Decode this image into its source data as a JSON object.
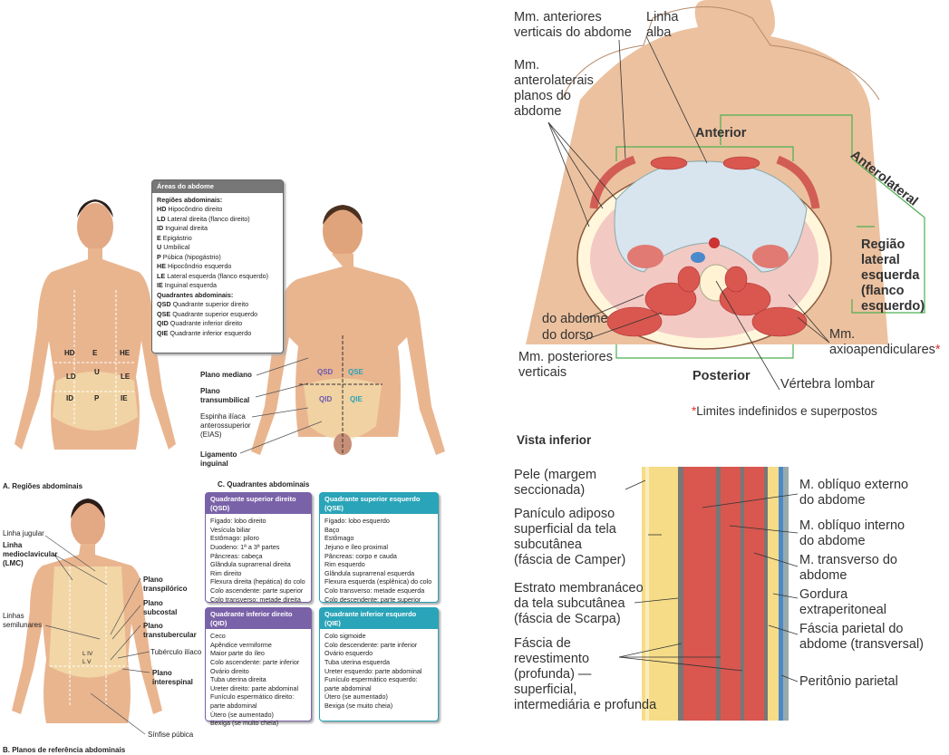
{
  "colors": {
    "skin": "#e9b58f",
    "bone": "#f3dcaa",
    "purple": "#7a62a8",
    "teal": "#2aa4b8",
    "green": "#4caf50",
    "muscle": "#d9574f",
    "fat": "#f6dc87"
  },
  "panel_a": {
    "caption": "A. Regiões abdominais",
    "region_marks": [
      "HD",
      "E",
      "HE",
      "LD",
      "U",
      "LE",
      "ID",
      "P",
      "IE"
    ],
    "areas_box": {
      "title": "Áreas do abdome",
      "regions_heading": "Regiões abdominais:",
      "regions": [
        {
          "code": "HD",
          "name": "Hipocôndrio direito"
        },
        {
          "code": "LD",
          "name": "Lateral direita (flanco direito)"
        },
        {
          "code": "ID",
          "name": "Inguinal direita"
        },
        {
          "code": "E",
          "name": "Epigástrio"
        },
        {
          "code": "U",
          "name": "Umbilical"
        },
        {
          "code": "P",
          "name": "Púbica (hipogástrio)"
        },
        {
          "code": "HE",
          "name": "Hipocôndrio esquerdo"
        },
        {
          "code": "LE",
          "name": "Lateral esquerda (flanco esquerdo)"
        },
        {
          "code": "IE",
          "name": "Inguinal esquerda"
        }
      ],
      "quadrants_heading": "Quadrantes abdominais:",
      "quadrants": [
        {
          "code": "QSD",
          "name": "Quadrante superior direito"
        },
        {
          "code": "QSE",
          "name": "Quadrante superior esquerdo"
        },
        {
          "code": "QID",
          "name": "Quadrante inferior direito"
        },
        {
          "code": "QIE",
          "name": "Quadrante inferior esquerdo"
        }
      ]
    }
  },
  "panel_b": {
    "caption": "B. Planos de referência abdominais",
    "labels": {
      "jugular": "Linha jugular",
      "lmc": "Linha\nmedioclavicular\n(LMC)",
      "semilunar": "Linhas\nsemilunares",
      "transpiloric": "Plano\ntranspilórico",
      "subcostal": "Plano\nsubcostal",
      "transtubercular": "Plano\ntranstubercular",
      "tuberculo": "Tubérculo ilíaco",
      "interespinal": "Plano\ninterespinal",
      "sinfise": "Sínfise púbica",
      "l4": "L IV",
      "l5": "L V"
    }
  },
  "panel_c": {
    "caption": "C. Quadrantes abdominais",
    "labels": {
      "mediano": "Plano mediano",
      "transumbilical": "Plano\ntransumbilical",
      "eias": "Espinha ilíaca\nanterossuperior\n(EIAS)",
      "ligamento": "Ligamento\ninguinal"
    },
    "quadrant_marks": [
      "QSD",
      "QSE",
      "QID",
      "QIE"
    ],
    "boxes": [
      {
        "title": "Quadrante superior direito (QSD)",
        "items": [
          "Fígado: lobo direito",
          "Vesícula biliar",
          "Estômago: piloro",
          "Duodeno: 1ª a 3ª partes",
          "Pâncreas: cabeça",
          "Glândula suprarrenal direita",
          "Rim direito",
          "Flexura direita (hepática) do colo",
          "Colo ascendente: parte superior",
          "Colo transverso: metade direita"
        ]
      },
      {
        "title": "Quadrante superior esquerdo (QSE)",
        "items": [
          "Fígado: lobo esquerdo",
          "Baço",
          "Estômago",
          "Jejuno e íleo proximal",
          "Pâncreas: corpo e cauda",
          "Rim esquerdo",
          "Glândula suprarrenal esquerda",
          "Flexura esquerda (esplênica) do colo",
          "Colo transverso: metade esquerda",
          "Colo descendente: parte superior"
        ]
      },
      {
        "title": "Quadrante inferior direito (QID)",
        "items": [
          "Ceco",
          "Apêndice vermiforme",
          "Maior parte do íleo",
          "Colo ascendente: parte inferior",
          "Ovário direito",
          "Tuba uterina direita",
          "Ureter direito: parte abdominal",
          "Funículo espermático direito:\n  parte abdominal",
          "Útero (se aumentado)",
          "Bexiga (se muito cheia)"
        ]
      },
      {
        "title": "Quadrante inferior esquerdo (QIE)",
        "items": [
          "Colo sigmoide",
          "Colo descendente: parte inferior",
          "Ovário esquerdo",
          "Tuba uterina esquerda",
          "Ureter esquerdo: parte abdominal",
          "Funículo espermático esquerdo:\n  parte abdominal",
          "Útero (se aumentado)",
          "Bexiga (se muito cheia)"
        ]
      }
    ]
  },
  "cross_section": {
    "labels": {
      "ant_vert": "Mm. anteriores\nverticais do abdome",
      "linha_alba": "Linha\nalba",
      "anterolat_planos": "Mm.\nanterolaterais\nplanos do\nabdome",
      "anterior": "Anterior",
      "anterolateral": "Anterolateral",
      "regiao_lateral": "Região\nlateral\nesquerda\n(flanco\nesquerdo)",
      "do_abdome": "do abdome",
      "do_dorso": "do dorso",
      "post_vert": "Mm. posteriores\nverticais",
      "axio": "Mm.\naxioapendiculares",
      "posterior": "Posterior",
      "vertebra": "Vértebra lombar",
      "note_mark": "*",
      "note": "Limites indefinidos e superpostos",
      "view": "Vista inferior"
    }
  },
  "layers": {
    "left": {
      "pele": "Pele (margem\nseccionada)",
      "camper": "Panículo adiposo\nsuperficial da tela\nsubcutânea\n(fáscia de Camper)",
      "scarpa": "Estrato membranáceo\nda tela subcutânea\n(fáscia de Scarpa)",
      "revestimento": "Fáscia de\nrevestimento\n(profunda) —\nsuperficial,\nintermediária e profunda"
    },
    "right": {
      "obl_ext": "M. oblíquo externo\ndo abdome",
      "obl_int": "M. oblíquo interno\ndo abdome",
      "transverso": "M. transverso do\nabdome",
      "gordura": "Gordura\nextraperitoneal",
      "fascia_parietal": "Fáscia parietal do\nabdome (transversal)",
      "peritonio": "Peritônio parietal"
    }
  }
}
